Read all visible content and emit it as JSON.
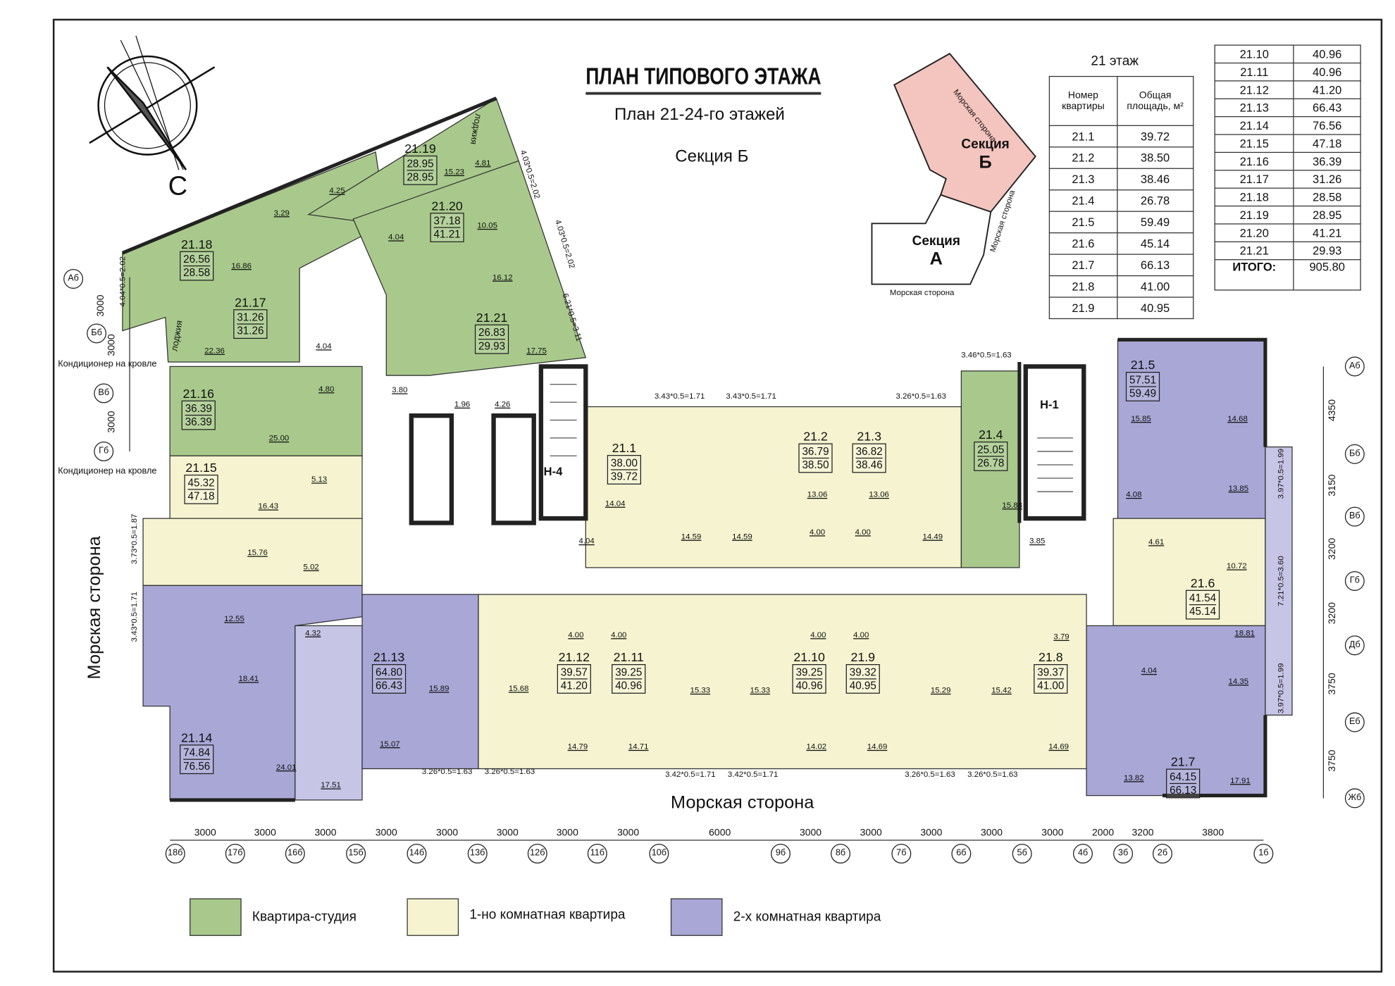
{
  "header": {
    "title": "ПЛАН ТИПОВОГО ЭТАЖА",
    "subtitle": "План 21-24-го этажей",
    "section": "Секция Б"
  },
  "compass": {
    "north_label": "С"
  },
  "key_plan": {
    "section_b": "Секция Б",
    "section_b_line1": "Секция",
    "section_b_line2": "Б",
    "section_a_line1": "Секция",
    "section_a_line2": "А",
    "sea_side_labels": [
      "Морская сторона",
      "Морская сторона",
      "Морская сторона"
    ]
  },
  "colors": {
    "studio": "#a8c98b",
    "one_room": "#f6f4d0",
    "two_room": "#a8a7d6",
    "section_b_key": "#f4c4be"
  },
  "area_table": {
    "title": "21 этаж",
    "headers": [
      "Номер квартиры",
      "Общая площадь, м²"
    ],
    "rows_left": [
      [
        "21.1",
        "39.72"
      ],
      [
        "21.2",
        "38.50"
      ],
      [
        "21.3",
        "38.46"
      ],
      [
        "21.4",
        "26.78"
      ],
      [
        "21.5",
        "59.49"
      ],
      [
        "21.6",
        "45.14"
      ],
      [
        "21.7",
        "66.13"
      ],
      [
        "21.8",
        "41.00"
      ],
      [
        "21.9",
        "40.95"
      ]
    ],
    "rows_right": [
      [
        "21.10",
        "40.96"
      ],
      [
        "21.11",
        "40.96"
      ],
      [
        "21.12",
        "41.20"
      ],
      [
        "21.13",
        "66.43"
      ],
      [
        "21.14",
        "76.56"
      ],
      [
        "21.15",
        "47.18"
      ],
      [
        "21.16",
        "36.39"
      ],
      [
        "21.17",
        "31.26"
      ],
      [
        "21.18",
        "28.58"
      ],
      [
        "21.19",
        "28.95"
      ],
      [
        "21.20",
        "41.21"
      ],
      [
        "21.21",
        "29.93"
      ]
    ],
    "total_label": "ИТОГО:",
    "total_value": "905.80"
  },
  "apartments": [
    {
      "id": "21.19",
      "living": "28.95",
      "total": "28.95"
    },
    {
      "id": "21.18",
      "living": "26.56",
      "total": "28.58"
    },
    {
      "id": "21.17",
      "living": "31.26",
      "total": "31.26"
    },
    {
      "id": "21.16",
      "living": "36.39",
      "total": "36.39"
    },
    {
      "id": "21.20",
      "living": "37.18",
      "total": "41.21"
    },
    {
      "id": "21.21",
      "living": "26.83",
      "total": "29.93"
    },
    {
      "id": "21.15",
      "living": "45.32",
      "total": "47.18"
    },
    {
      "id": "21.1",
      "living": "38.00",
      "total": "39.72"
    },
    {
      "id": "21.2",
      "living": "36.79",
      "total": "38.50"
    },
    {
      "id": "21.3",
      "living": "36.82",
      "total": "38.46"
    },
    {
      "id": "21.4",
      "living": "25.05",
      "total": "26.78"
    },
    {
      "id": "21.5",
      "living": "57.51",
      "total": "59.49"
    },
    {
      "id": "21.6",
      "living": "41.54",
      "total": "45.14"
    },
    {
      "id": "21.7",
      "living": "64.15",
      "total": "66.13"
    },
    {
      "id": "21.8",
      "living": "39.37",
      "total": "41.00"
    },
    {
      "id": "21.9",
      "living": "39.32",
      "total": "40.95"
    },
    {
      "id": "21.10",
      "living": "39.25",
      "total": "40.96"
    },
    {
      "id": "21.11",
      "living": "39.25",
      "total": "40.96"
    },
    {
      "id": "21.12",
      "living": "39.57",
      "total": "41.20"
    },
    {
      "id": "21.13",
      "living": "64.80",
      "total": "66.43"
    },
    {
      "id": "21.14",
      "living": "74.84",
      "total": "76.56"
    }
  ],
  "room_areas": [
    "15.23",
    "4.81",
    "4.25",
    "3.29",
    "16.86",
    "10.05",
    "4.04",
    "16.12",
    "22.36",
    "4.04",
    "4.80",
    "17.75",
    "3.80",
    "1.96",
    "4.26",
    "25.00",
    "5.13",
    "16.43",
    "15.76",
    "5.02",
    "12.55",
    "4.32",
    "18.41",
    "24.01",
    "17.51",
    "15.07",
    "15.89",
    "15.68",
    "14.79",
    "14.71",
    "15.33",
    "15.33",
    "14.02",
    "14.69",
    "15.29",
    "15.42",
    "14.69",
    "3.79",
    "4.00",
    "4.00",
    "4.00",
    "4.00",
    "14.04",
    "4.04",
    "14.59",
    "14.59",
    "13.06",
    "13.06",
    "4.00",
    "4.00",
    "14.49",
    "15.88",
    "3.85",
    "15.85",
    "14.68",
    "4.08",
    "13.85",
    "4.61",
    "10.72",
    "18.81",
    "4.04",
    "14.35",
    "13.82",
    "17.91"
  ],
  "window_dims_horizontal": [
    "3.43*0.5=1.71",
    "3.43*0.5=1.71",
    "3.26*0.5=1.63",
    "3.46*0.5=1.63",
    "3.26*0.5=1.63",
    "3.26*0.5=1.63",
    "3.42*0.5=1.71",
    "3.42*0.5=1.71",
    "3.26*0.5=1.63",
    "3.26*0.5=1.63"
  ],
  "window_dims_vertical": [
    "4.04*0.5=2.02",
    "3.73*0.5=1.87",
    "3.43*0.5=1.71",
    "3.97*0.5=1.99",
    "7.21*0.5=3.60",
    "3.97*0.5=1.99"
  ],
  "window_dims_diagonal": [
    "4.03*0.5=2.02",
    "4.03*0.5=2.02",
    "6.21*0.5=3.11"
  ],
  "notes": {
    "ac_on_roof": [
      "Кондиционер на кровле",
      "Кондиционер на кровле"
    ],
    "loggia": [
      "лоджия",
      "лоджия"
    ],
    "stair_n4": "Н-4",
    "stair_n1": "Н-1",
    "sea_side_bottom": "Морская сторона",
    "sea_side_left": "Морская сторона"
  },
  "axes_bottom": [
    "18б",
    "17б",
    "16б",
    "15б",
    "14б",
    "13б",
    "12б",
    "11б",
    "10б",
    "9б",
    "8б",
    "7б",
    "6б",
    "5б",
    "4б",
    "3б",
    "2б",
    "1б"
  ],
  "axes_bottom_dims": [
    "3000",
    "3000",
    "3000",
    "3000",
    "3000",
    "3000",
    "3000",
    "3000",
    "6000",
    "3000",
    "3000",
    "3000",
    "3000",
    "3000",
    "2000",
    "3200",
    "3800"
  ],
  "axes_right": [
    "Аб",
    "Бб",
    "Вб",
    "Гб",
    "Дб",
    "Еб",
    "Жб"
  ],
  "axes_right_dims": [
    "4350",
    "3150",
    "3200",
    "3200",
    "3750",
    "3750"
  ],
  "axes_left": [
    "Аб",
    "Бб",
    "Вб",
    "Гб"
  ],
  "axes_left_dims": [
    "3000",
    "3000",
    "3000"
  ],
  "legend": [
    {
      "label": "Квартира-студия"
    },
    {
      "label": "1-но комнатная квартира"
    },
    {
      "label": "2-х комнатная квартира"
    }
  ]
}
